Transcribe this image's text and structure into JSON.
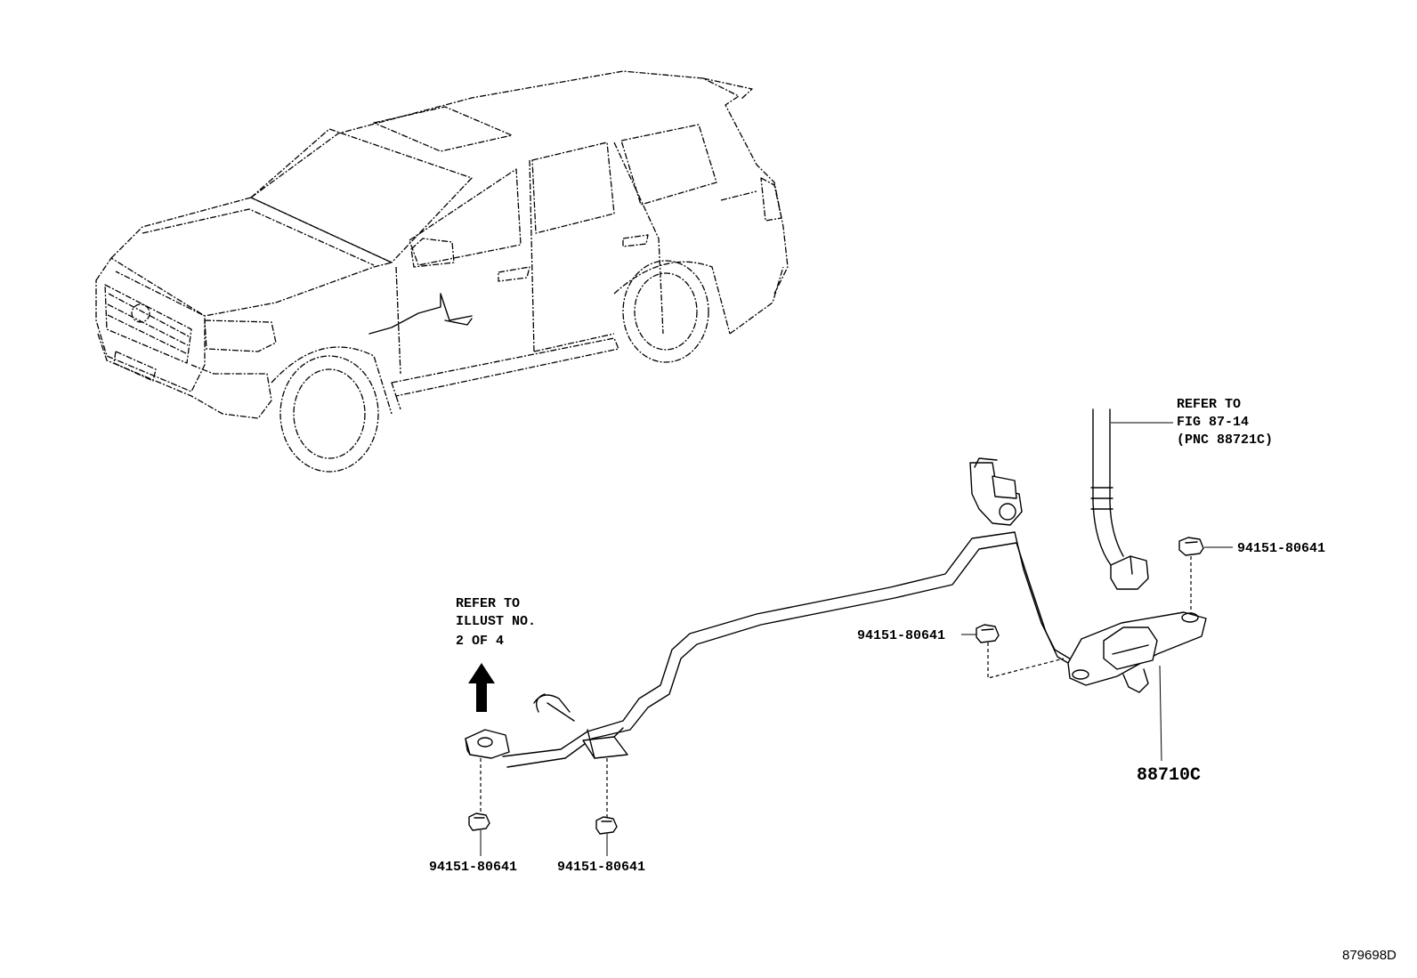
{
  "labels": {
    "refer_fig_line1": "REFER TO",
    "refer_fig_line2": "FIG 87-14",
    "refer_fig_line3": "(PNC 88721C)",
    "refer_illust_line1": "REFER TO",
    "refer_illust_line2": "ILLUST NO.",
    "refer_illust_line3": "2 OF 4",
    "part_nut_right": "94151-80641",
    "part_nut_middle": "94151-80641",
    "part_nut_bottom_left": "94151-80641",
    "part_nut_bottom_center": "94151-80641",
    "part_main": "88710C",
    "figure_id": "879698D"
  }
}
